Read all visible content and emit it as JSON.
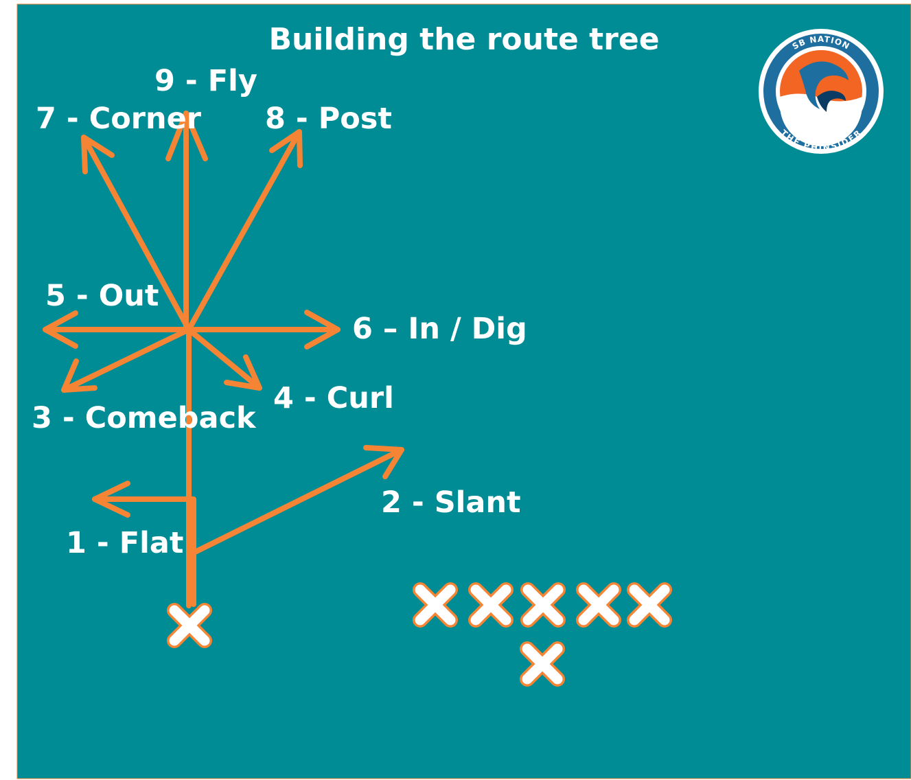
{
  "title": "Building the route tree",
  "routes": {
    "flat": "1 - Flat",
    "slant": "2 - Slant",
    "comeback": "3 - Comeback",
    "curl": "4 - Curl",
    "out": "5 - Out",
    "in_dig": "6 – In / Dig",
    "corner": "7 - Corner",
    "post": "8 - Post",
    "fly": "9 - Fly"
  },
  "logo": {
    "top_text": "SB NATION",
    "bottom_text": "THE PHINSIDER"
  },
  "colors": {
    "background": "#008C95",
    "route": "#F58534",
    "player": "#FFFFFF",
    "logo_ring": "#1E6F9F",
    "logo_sun": "#F26522"
  },
  "players": {
    "receiver_count": 1,
    "line_count": 5,
    "backfield_count": 1
  }
}
